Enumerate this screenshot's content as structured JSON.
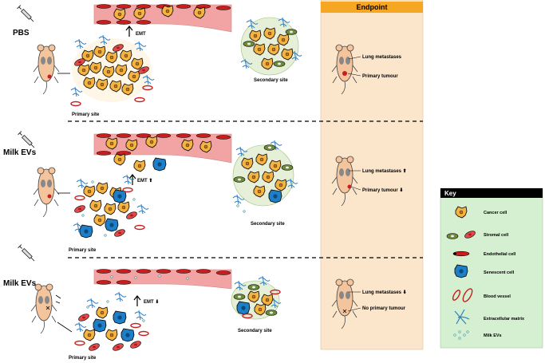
{
  "rows": [
    {
      "title": "PBS",
      "emt": "EMT",
      "primary_site": "Primary site",
      "secondary_site": "Secondary site",
      "endpoint": [
        "Lung metastases",
        "Primary tumour"
      ]
    },
    {
      "title": "Milk EVs",
      "emt": "EMT ⬆",
      "primary_site": "Primary site",
      "secondary_site": "Secondary site",
      "endpoint": [
        "Lung metastases ⬆",
        "Primary tumour ⬇"
      ]
    },
    {
      "title": "Milk EVs",
      "emt": "EMT ⬇",
      "primary_site": "Primary site",
      "secondary_site": "Secondary site",
      "endpoint": [
        "Lung metastases ⬇",
        "No primary tumour"
      ]
    }
  ],
  "endpoint_header": "Endpoint",
  "key": {
    "title": "Key",
    "items": [
      {
        "label": "Cancer cell",
        "icon": "cancer-cell-icon"
      },
      {
        "label": "Stromal cell",
        "icon": "stromal-cell-icon"
      },
      {
        "label": "Endothelial cell",
        "icon": "endothelial-cell-icon"
      },
      {
        "label": "Senescent cell",
        "icon": "senescent-cell-icon"
      },
      {
        "label": "Blood vessel",
        "icon": "blood-vessel-icon"
      },
      {
        "label": "Extracellular matrix",
        "icon": "extracellular-matrix-icon"
      },
      {
        "label": "Milk EVs",
        "icon": "milk-evs-icon"
      }
    ]
  },
  "colors": {
    "cancer": "#f5b342",
    "stroma_green": "#6e8a3c",
    "stroma_red": "#e04a4a",
    "vessel": "#f2a3a3",
    "vessel_red": "#c81e1e",
    "senescent": "#1e7fc8",
    "ecm": "#2f7fc4",
    "endpoint_bg": "#fbe6cc",
    "endpoint_header": "#f5a623",
    "key_bg": "#d5efd1",
    "mouse": "#f4c49c"
  }
}
